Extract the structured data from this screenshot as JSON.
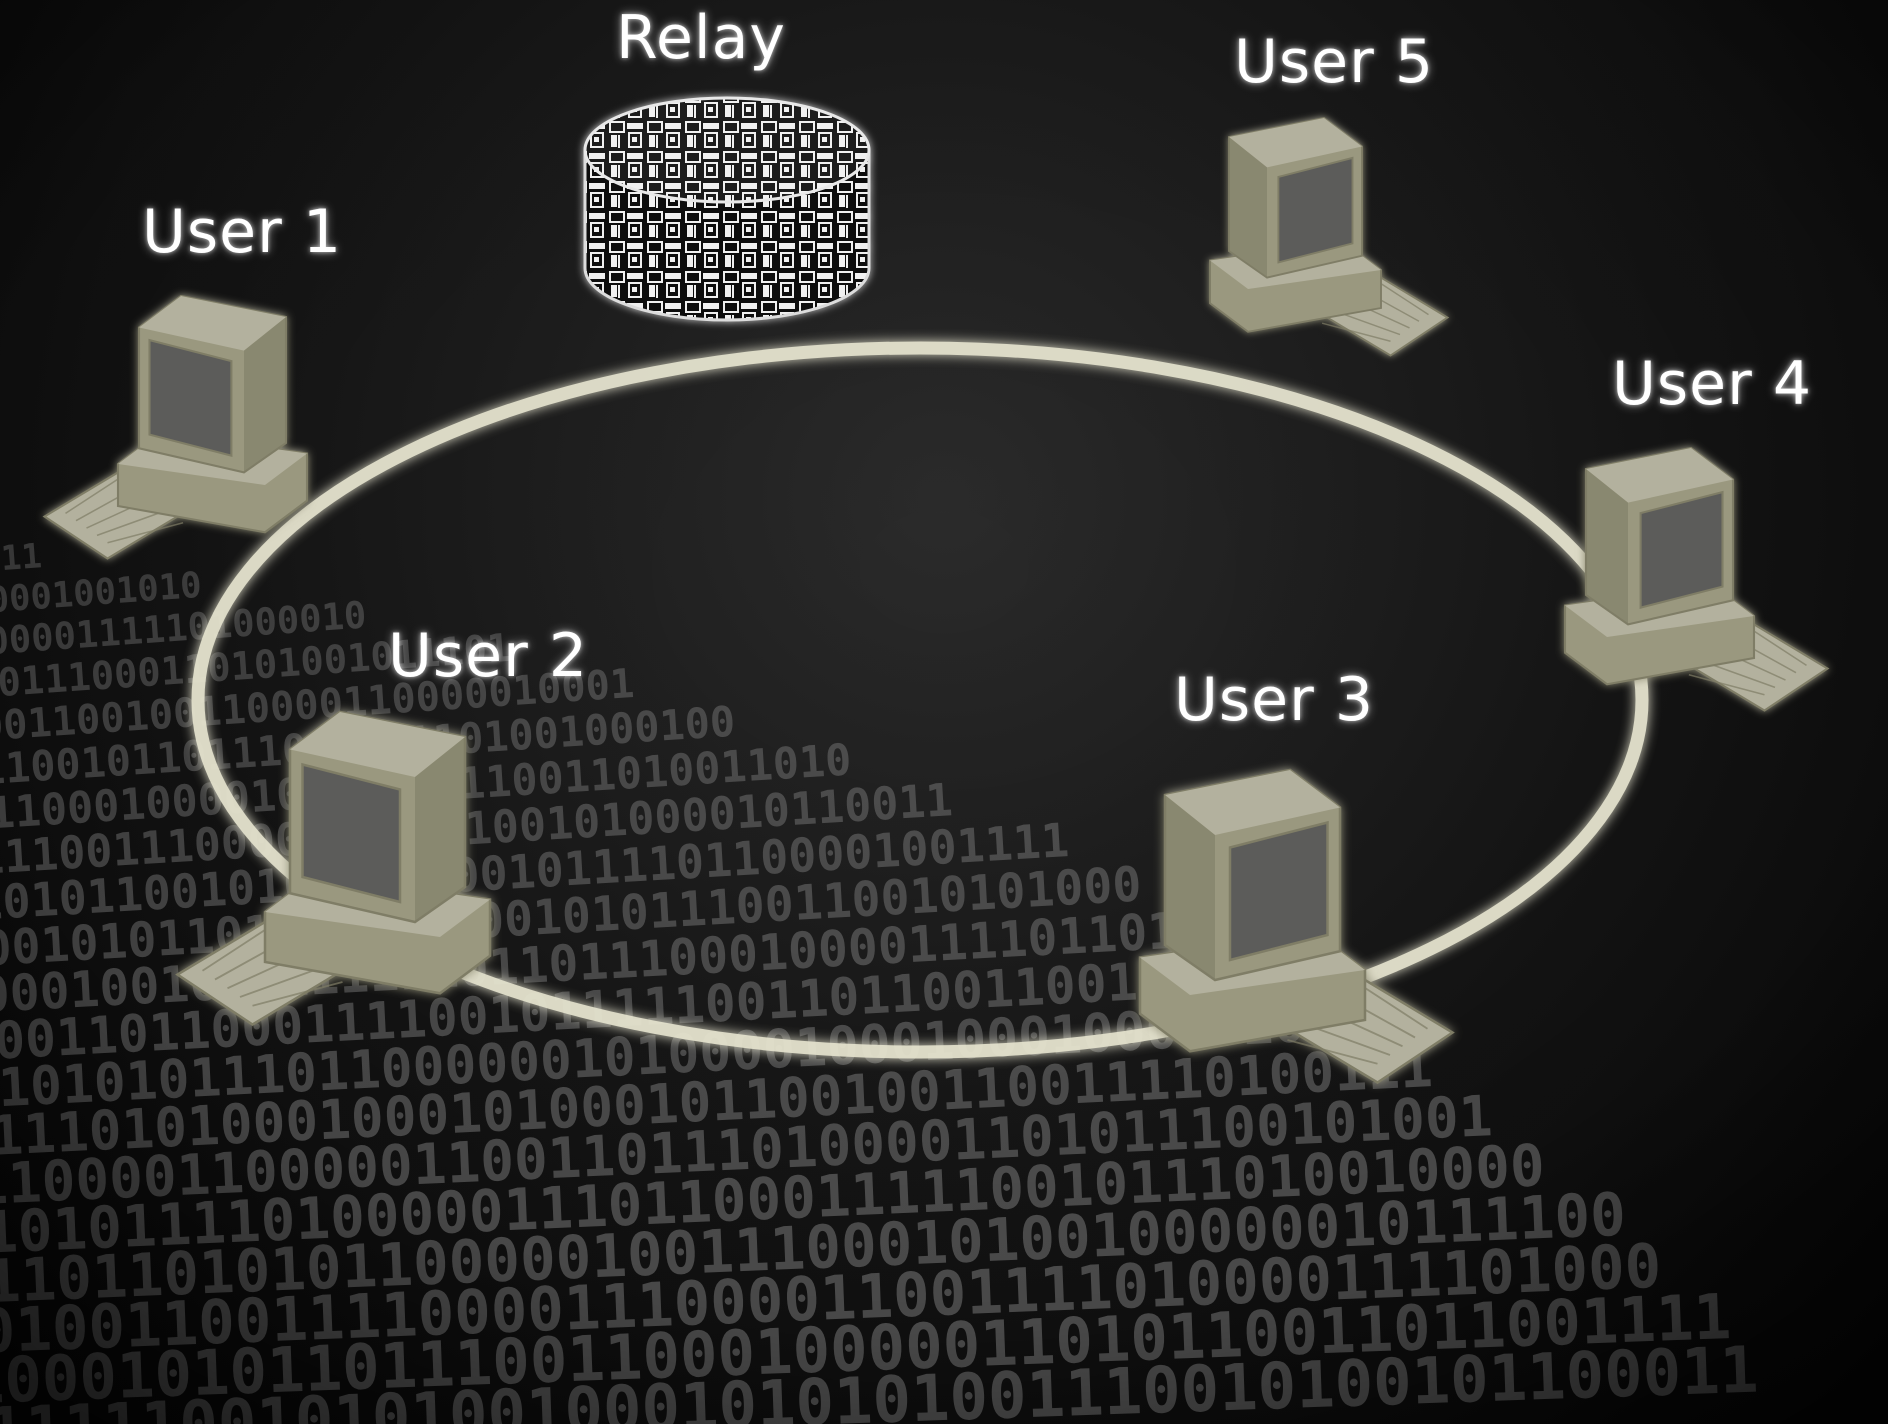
{
  "diagram": {
    "nodes": [
      {
        "id": "relay",
        "label": "Relay",
        "kind": "relay"
      },
      {
        "id": "user5",
        "label": "User 5",
        "kind": "computer"
      },
      {
        "id": "user4",
        "label": "User 4",
        "kind": "computer"
      },
      {
        "id": "user3",
        "label": "User 3",
        "kind": "computer"
      },
      {
        "id": "user2",
        "label": "User 2",
        "kind": "computer"
      },
      {
        "id": "user1",
        "label": "User 1",
        "kind": "computer"
      }
    ],
    "edges": [
      [
        "relay",
        "user5"
      ],
      [
        "user5",
        "user4"
      ],
      [
        "user4",
        "user3"
      ],
      [
        "user3",
        "user2"
      ],
      [
        "user2",
        "user1"
      ],
      [
        "user1",
        "relay"
      ]
    ],
    "topology": "ring"
  },
  "colors": {
    "ring": "#e6e4cf",
    "computer_light": "#b3b19e",
    "computer_mid": "#9a987f",
    "computer_dark": "#7f7d66",
    "screen": "#5c5c5a",
    "background": "#151515",
    "binary_text": "#6a6a6a"
  }
}
